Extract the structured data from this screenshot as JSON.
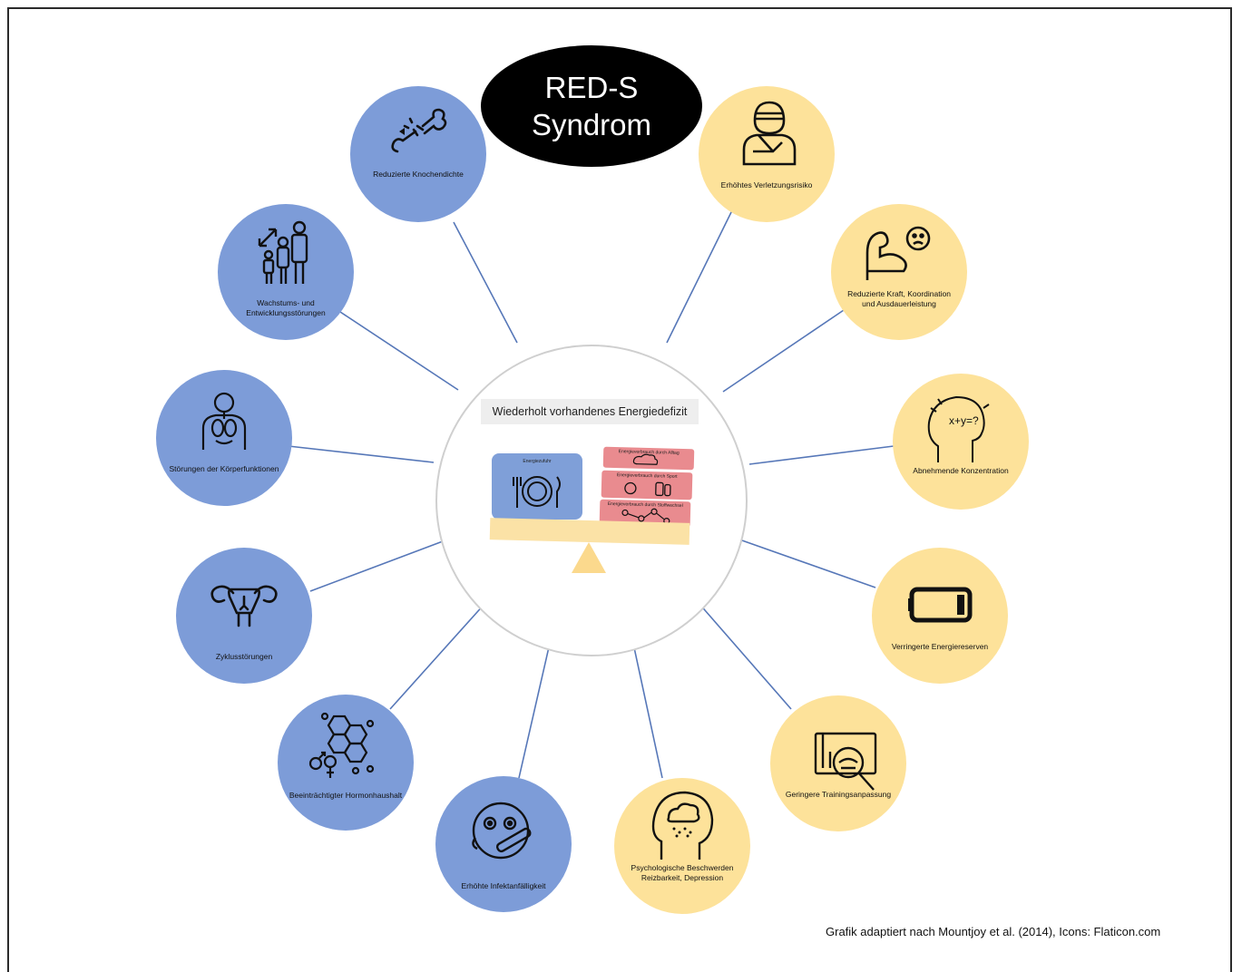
{
  "title": {
    "line1": "RED-S",
    "line2": "Syndrom"
  },
  "center": {
    "label": "Wiederholt vorhandenes  Energiedefizit",
    "intake_label": "Energiezufuhr",
    "demand_labels": [
      "Energieverbrauch durch Alltag",
      "Energieverbrauch durch Sport",
      "Energieverbrauch durch Stoffwechsel"
    ]
  },
  "nodes": [
    {
      "id": "bone",
      "label": "Reduzierte Knochendichte",
      "color": "blue",
      "icon": "broken-bone-icon"
    },
    {
      "id": "growth",
      "label": "Wachstums- und Entwicklungsstörungen",
      "color": "blue",
      "icon": "growth-family-icon"
    },
    {
      "id": "body",
      "label": "Störungen der Körperfunktionen",
      "color": "blue",
      "icon": "body-organs-icon"
    },
    {
      "id": "cycle",
      "label": "Zyklusstörungen",
      "color": "blue",
      "icon": "uterus-icon"
    },
    {
      "id": "hormone",
      "label": "Beeinträchtigter Hormonhaushalt",
      "color": "blue",
      "icon": "hormone-molecule-icon"
    },
    {
      "id": "infection",
      "label": "Erhöhte Infektanfälligkeit",
      "color": "blue",
      "icon": "sick-thermometer-icon"
    },
    {
      "id": "psych",
      "label": "Psychologische Beschwerden Reizbarkeit, Depression",
      "color": "yellow",
      "icon": "head-rain-cloud-icon"
    },
    {
      "id": "training",
      "label": "Geringere Trainingsanpassung",
      "color": "yellow",
      "icon": "magnifier-chart-icon"
    },
    {
      "id": "energy",
      "label": "Verringerte Energiereserven",
      "color": "yellow",
      "icon": "low-battery-icon"
    },
    {
      "id": "concentration",
      "label": "Abnehmende Konzentration",
      "color": "yellow",
      "icon": "thinking-head-icon"
    },
    {
      "id": "strength",
      "label": "Reduzierte Kraft, Koordination und Ausdauerleistung",
      "color": "yellow",
      "icon": "weak-arm-icon"
    },
    {
      "id": "injury",
      "label": "Erhöhtes Verletzungsrisiko",
      "color": "yellow",
      "icon": "injured-person-icon"
    }
  ],
  "colors": {
    "blue": "#7d9cd8",
    "yellow": "#fde29a",
    "line": "#5677b8",
    "title_bg": "#000000"
  },
  "footer": "Grafik adaptiert nach Mountjoy et al. (2014), Icons: Flaticon.com"
}
